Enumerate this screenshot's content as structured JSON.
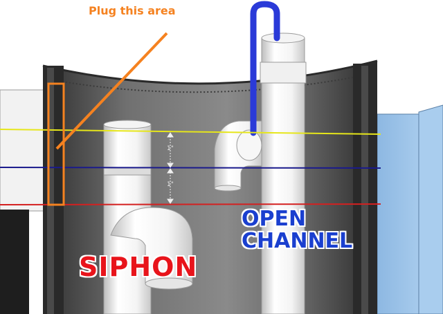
{
  "labels": {
    "plug": "Plug this area",
    "open_line1": "OPEN",
    "open_line2": "CHANNEL",
    "siphon": "SIPHON",
    "gap_upper": "1\"",
    "gap_lower": "1\""
  },
  "colors": {
    "plug": "#f58220",
    "open": "#1a3fcf",
    "siphon": "#e8141b",
    "yellow_line": "#e6e61a",
    "blue_line": "#1a1a8c",
    "red_line": "#d42020",
    "standpipe": "#2a3ad8",
    "tank": "#5a5a5a",
    "right_box": "#9cc5ea"
  }
}
